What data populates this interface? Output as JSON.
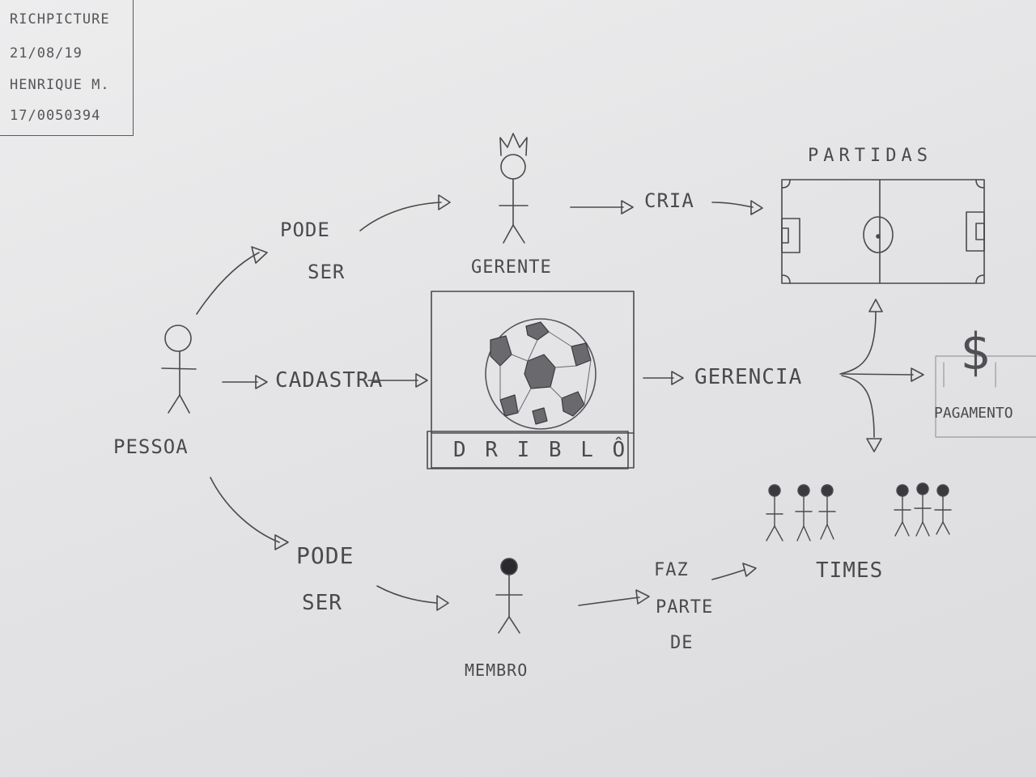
{
  "header": {
    "title": "RICHPICTURE",
    "date": "21/08/19",
    "author": "HENRIQUE M.",
    "id": "17/0050394"
  },
  "actors": {
    "pessoa": "PESSOA",
    "gerente": "GERENTE",
    "membro": "MEMBRO"
  },
  "relations": {
    "pode": "PODE",
    "ser": "SER",
    "cadastra": "CADASTRA",
    "cria": "CRIA",
    "gerencia": "GERENCIA",
    "faz": "FAZ",
    "parte": "PARTE",
    "de": "DE"
  },
  "entities": {
    "partidas": "PARTIDAS",
    "pagamento": "PAGAMENTO",
    "times": "TIMES",
    "dollar_symbol": "$",
    "app_name": "D R I B L Ô"
  },
  "colors": {
    "paper": "#e6e6e8",
    "pencil": "#4a4a4e",
    "shade": "#6a6a6e"
  }
}
